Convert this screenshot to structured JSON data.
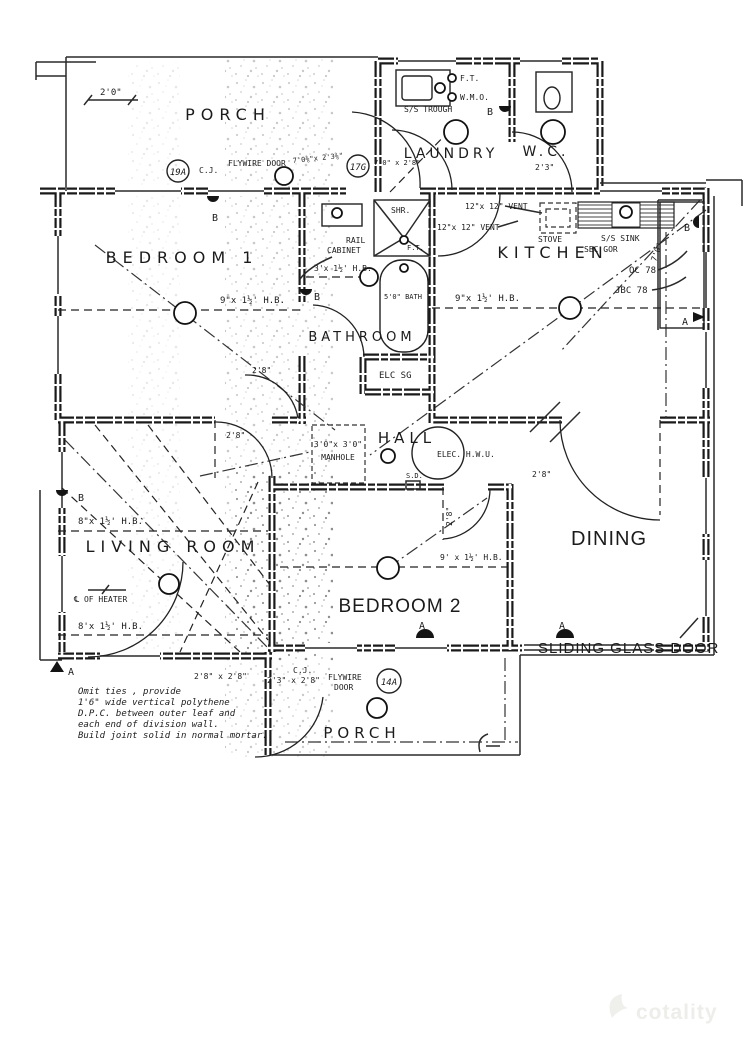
{
  "rooms": {
    "porch_top": "PORCH",
    "laundry": "LAUNDRY",
    "wc": "W.C.",
    "bedroom1": "BEDROOM 1",
    "kitchen": "KITCHEN",
    "bathroom": "BATHROOM",
    "hall": "HALL",
    "living_room": "LIVING ROOM",
    "bedroom2": "BEDROOM 2",
    "dining": "DINING",
    "porch_bottom": "PORCH"
  },
  "doors": {
    "flywire_top": "FLYWIRE DOOR",
    "flywire_b1": "FLYWIRE",
    "flywire_b2": "DOOR",
    "sliding": "SLIDING GLASS DOOR",
    "ref19a": "19A",
    "ref17g": "17G",
    "ref14a": "14A",
    "cj": "C.J."
  },
  "dims": {
    "d2_0": "2'0\"",
    "door_a": "7'0⅜\"x 2'3⅜\"",
    "door_b": "7'0\" x 2'8\"",
    "d2_3": "2'3\"",
    "d2_8": "2'8\"",
    "d7_0": "7'0\"",
    "d2_8x2_8": "2'8\" x 2'8\"",
    "d2_3x2_8": "2'3\" x 2'8\"",
    "hb9in": "9\"x 1½' H.B.",
    "hb8in": "8\"x 1½' H.B.",
    "hb8ft": "8'x 1½' H.B.",
    "hb9ft": "9' x 1½' H.B.",
    "hb3": "3'x 1½' H.B.",
    "manhole_size": "3'0\"x 3'0\"",
    "bath": "5'0\" BATH",
    "vent": "12\"x 12\" VENT"
  },
  "fixtures": {
    "trough": "S/S TROUGH",
    "ft": "F.T.",
    "wmo": "W.M.O.",
    "stove": "STOVE",
    "sink": "S/S SINK",
    "sbc": "SBC GOR",
    "oc": "OC 78",
    "jbc": "JBC 78",
    "shr": "SHR.",
    "rail": "RAIL",
    "cabinet": "CABINET",
    "manhole": "MANHOLE",
    "elc": "ELC SG",
    "hwu": "ELEC. H.W.U.",
    "sd": "S.D.",
    "heater": "℄ OF HEATER"
  },
  "markers": {
    "a": "A",
    "b": "B"
  },
  "notes": {
    "line1": "Omit ties , provide",
    "line2": "1'6\" wide vertical polythene",
    "line3": "D.P.C. between outer leaf and",
    "line4": "each end of division wall.",
    "line5": "Build joint solid in normal mortar."
  },
  "watermark": {
    "text": "cotality"
  }
}
